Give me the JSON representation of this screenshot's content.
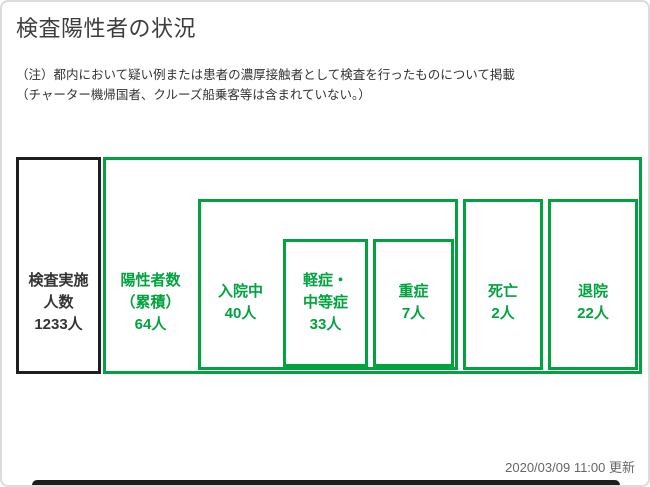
{
  "title": "検査陽性者の状況",
  "note": {
    "line1": "（注）都内において疑い例または患者の濃厚接触者として検査を行ったものについて掲載",
    "line2": "（チャーター機帰国者、クルーズ船乗客等は含まれていない。）"
  },
  "updated": "2020/03/09 11:00 更新",
  "colors": {
    "accent_green": "#00a33e",
    "tested_box_border": "#1f1f1f",
    "text_dark": "#333333",
    "text_gray": "#666666"
  },
  "boxes": {
    "tested": {
      "lines": [
        "検査実施",
        "人数",
        "1233人"
      ]
    },
    "positive": {
      "lines": [
        "陽性者数",
        "（累積）",
        "64人"
      ]
    },
    "hospitalized": {
      "lines": [
        "入院中",
        "40人"
      ]
    },
    "mild": {
      "lines": [
        "軽症・",
        "中等症",
        "33人"
      ]
    },
    "severe": {
      "lines": [
        "重症",
        "7人"
      ]
    },
    "death": {
      "lines": [
        "死亡",
        "2人"
      ]
    },
    "discharged": {
      "lines": [
        "退院",
        "22人"
      ]
    }
  },
  "chart_data": {
    "type": "table",
    "title": "検査陽性者の状況",
    "unit": "人",
    "rows": [
      {
        "label": "検査実施人数",
        "value": 1233,
        "parent": null
      },
      {
        "label": "陽性者数（累積）",
        "value": 64,
        "parent": null
      },
      {
        "label": "入院中",
        "value": 40,
        "parent": "陽性者数（累積）"
      },
      {
        "label": "軽症・中等症",
        "value": 33,
        "parent": "入院中"
      },
      {
        "label": "重症",
        "value": 7,
        "parent": "入院中"
      },
      {
        "label": "死亡",
        "value": 2,
        "parent": "陽性者数（累積）"
      },
      {
        "label": "退院",
        "value": 22,
        "parent": "陽性者数（累積）"
      }
    ],
    "hierarchy_note": "陽性者数（累積）= 入院中 + 死亡 + 退院 ; 入院中 = 軽症・中等症 + 重症"
  }
}
